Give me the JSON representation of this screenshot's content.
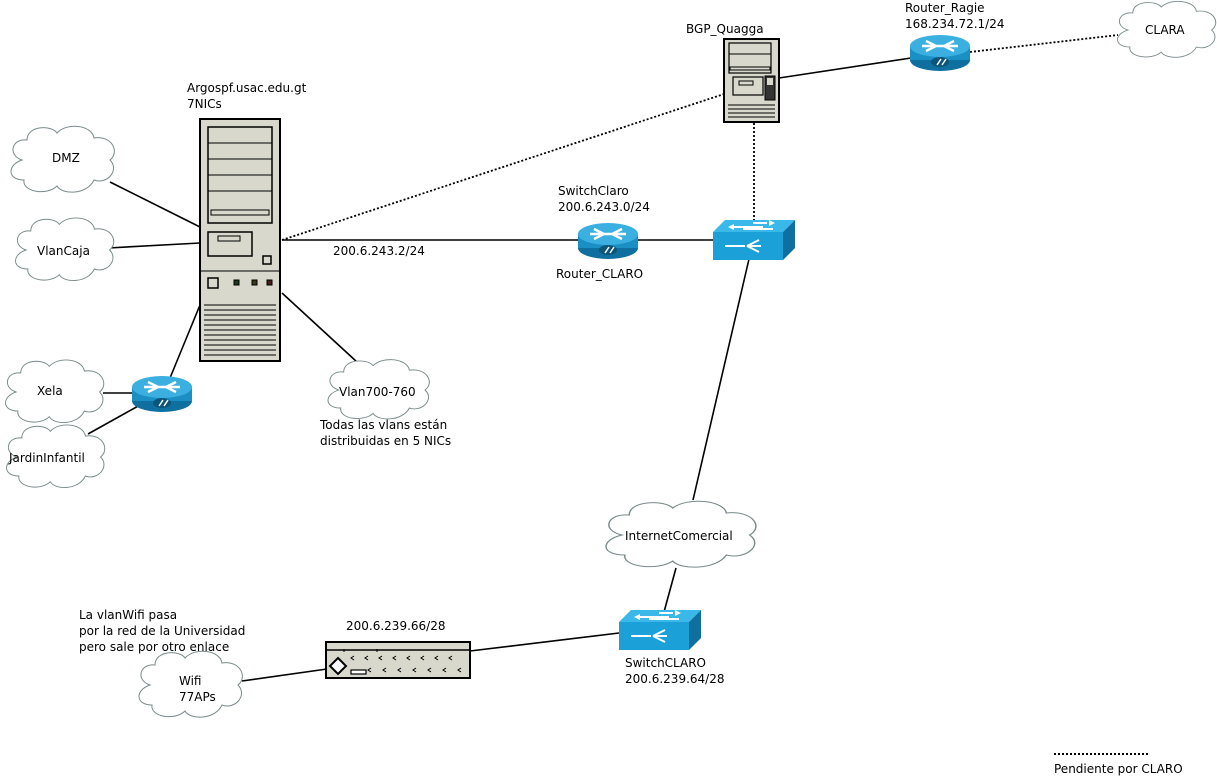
{
  "diagram": {
    "type": "network-topology",
    "nodes": {
      "argos": {
        "name": "Argospf.usac.edu.gt",
        "sub": "7NICs"
      },
      "bgp": {
        "name": "BGP_Quagga"
      },
      "router_ragie": {
        "name": "Router_Ragie",
        "ip": "168.234.72.1/24"
      },
      "clara": {
        "name": "CLARA"
      },
      "switch_claro_top": {
        "name": "SwitchClaro",
        "ip": "200.6.243.0/24"
      },
      "router_claro": {
        "name": "Router_CLARO"
      },
      "argos_link_ip": {
        "text": "200.6.243.2/24"
      },
      "dmz": {
        "name": "DMZ"
      },
      "vlancaja": {
        "name": "VlanCaja"
      },
      "xela": {
        "name": "Xela"
      },
      "jardin": {
        "name": "JardinInfantil"
      },
      "vlan700": {
        "name": "Vlan700-760"
      },
      "vlan_note": {
        "line1": "Todas las vlans están",
        "line2": "distribuidas en 5 NICs"
      },
      "internet": {
        "name": "InternetComercial"
      },
      "switch_claro_bottom": {
        "name": "SwitchCLARO",
        "ip": "200.6.239.64/28"
      },
      "hub": {
        "ip": "200.6.239.66/28"
      },
      "wifi": {
        "line1": "Wifi",
        "line2": "77APs"
      },
      "wifi_note": {
        "line1": "La vlanWifi pasa",
        "line2": "por la red de la Universidad",
        "line3": "pero sale por otro enlace"
      }
    },
    "legend": {
      "dotted_label": "Pendiente por CLARO"
    },
    "colors": {
      "device_blue": "#1ba1d8",
      "device_dark": "#0d6e9a",
      "server_fill": "#d8d8cc",
      "cloud_stroke": "#7a8a8a"
    }
  }
}
